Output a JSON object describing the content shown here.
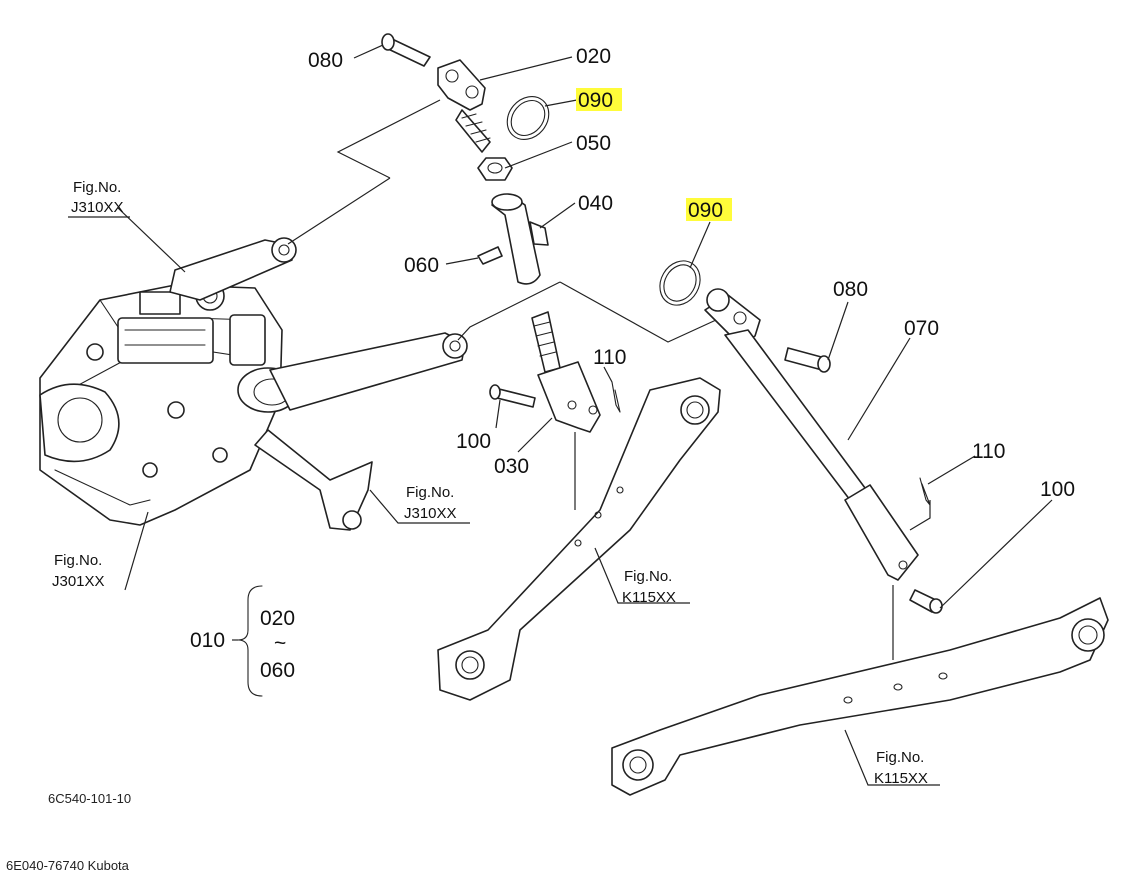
{
  "labels": {
    "p080_top": "080",
    "p020": "020",
    "p090_top": "090",
    "p050": "050",
    "p040": "040",
    "p060": "060",
    "p090_right": "090",
    "p080_right": "080",
    "p070": "070",
    "p110_mid": "110",
    "p100_mid": "100",
    "p030": "030",
    "p110_right": "110",
    "p100_right": "100",
    "p010": "010",
    "range_start": "020",
    "range_sep": "~",
    "range_end": "060"
  },
  "figure_refs": {
    "ref1": {
      "title": "Fig.No.",
      "number": "J310XX"
    },
    "ref2": {
      "title": "Fig.No.",
      "number": "J310XX"
    },
    "ref3": {
      "title": "Fig.No.",
      "number": "J301XX"
    },
    "ref4": {
      "title": "Fig.No.",
      "number": "K115XX"
    },
    "ref5": {
      "title": "Fig.No.",
      "number": "K115XX"
    }
  },
  "diagram_code": "6C540-101-10",
  "footer_text": "6E040-76740 Kubota",
  "colors": {
    "highlight": "#fffc3a",
    "line": "#222222"
  }
}
